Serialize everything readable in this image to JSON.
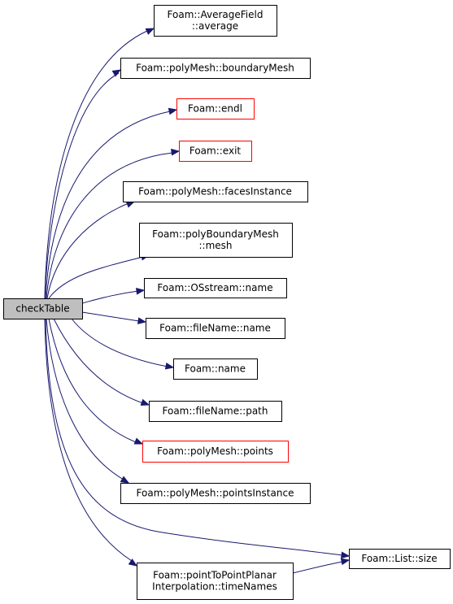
{
  "root": {
    "label": "checkTable"
  },
  "nodes": [
    {
      "id": "avg",
      "lines": [
        "Foam::AverageField",
        "::average"
      ],
      "highlight": "black"
    },
    {
      "id": "bmesh",
      "lines": [
        "Foam::polyMesh::boundaryMesh"
      ],
      "highlight": "black"
    },
    {
      "id": "endl",
      "lines": [
        "Foam::endl"
      ],
      "highlight": "red"
    },
    {
      "id": "exit",
      "lines": [
        "Foam::exit"
      ],
      "highlight": "red"
    },
    {
      "id": "facesInst",
      "lines": [
        "Foam::polyMesh::facesInstance"
      ],
      "highlight": "black"
    },
    {
      "id": "pbmMesh",
      "lines": [
        "Foam::polyBoundaryMesh",
        "::mesh"
      ],
      "highlight": "black"
    },
    {
      "id": "osName",
      "lines": [
        "Foam::OSstream::name"
      ],
      "highlight": "black"
    },
    {
      "id": "fnName",
      "lines": [
        "Foam::fileName::name"
      ],
      "highlight": "black"
    },
    {
      "id": "name",
      "lines": [
        "Foam::name"
      ],
      "highlight": "black"
    },
    {
      "id": "fnPath",
      "lines": [
        "Foam::fileName::path"
      ],
      "highlight": "black"
    },
    {
      "id": "points",
      "lines": [
        "Foam::polyMesh::points"
      ],
      "highlight": "red"
    },
    {
      "id": "pointsInst",
      "lines": [
        "Foam::polyMesh::pointsInstance"
      ],
      "highlight": "black"
    },
    {
      "id": "listSize",
      "lines": [
        "Foam::List::size"
      ],
      "highlight": "black"
    },
    {
      "id": "timeNames",
      "lines": [
        "Foam::pointToPointPlanar",
        "Interpolation::timeNames"
      ],
      "highlight": "black"
    }
  ],
  "edges": [
    {
      "from": "checkTable",
      "to": "avg"
    },
    {
      "from": "checkTable",
      "to": "bmesh"
    },
    {
      "from": "checkTable",
      "to": "endl"
    },
    {
      "from": "checkTable",
      "to": "exit"
    },
    {
      "from": "checkTable",
      "to": "facesInst"
    },
    {
      "from": "checkTable",
      "to": "pbmMesh"
    },
    {
      "from": "checkTable",
      "to": "osName"
    },
    {
      "from": "checkTable",
      "to": "fnName"
    },
    {
      "from": "checkTable",
      "to": "name"
    },
    {
      "from": "checkTable",
      "to": "fnPath"
    },
    {
      "from": "checkTable",
      "to": "points"
    },
    {
      "from": "checkTable",
      "to": "pointsInst"
    },
    {
      "from": "checkTable",
      "to": "listSize"
    },
    {
      "from": "checkTable",
      "to": "timeNames"
    },
    {
      "from": "timeNames",
      "to": "listSize"
    }
  ],
  "colors": {
    "edge": "#191970",
    "root_fill": "#bfbfbf",
    "red_border": "#ff0000",
    "black_border": "#000000"
  }
}
